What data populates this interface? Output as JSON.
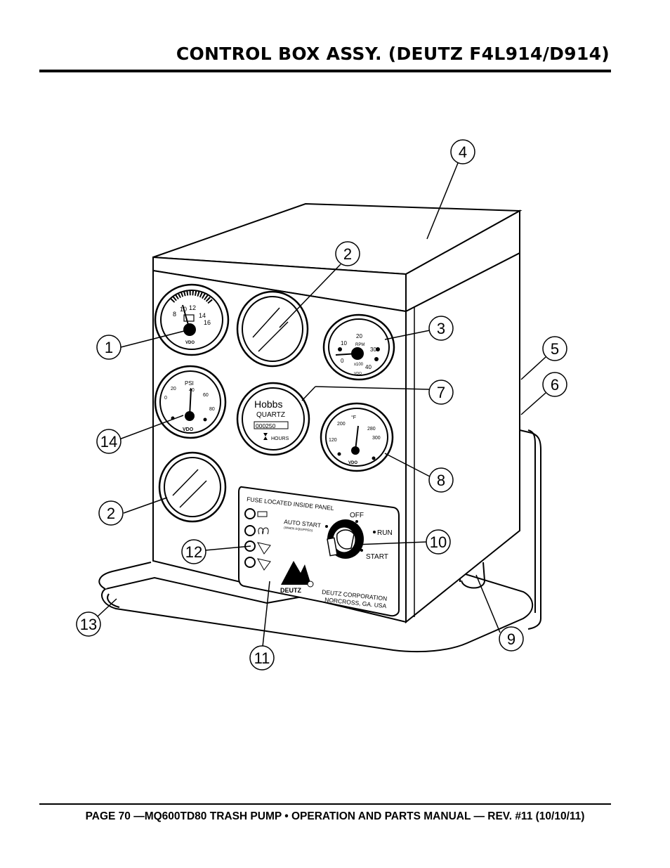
{
  "header": {
    "title": "CONTROL BOX ASSY. (DEUTZ F4L914/D914)"
  },
  "footer": {
    "text": "PAGE 70 —MQ600TD80 TRASH PUMP • OPERATION AND PARTS MANUAL — REV. #11 (10/10/11)"
  },
  "diagram": {
    "callouts": [
      "1",
      "2",
      "3",
      "4",
      "5",
      "6",
      "7",
      "2",
      "8",
      "9",
      "10",
      "11",
      "12",
      "13",
      "14"
    ],
    "voltmeter": {
      "ticks": [
        "8",
        "10",
        "12",
        "14",
        "16"
      ],
      "brand": "VDO"
    },
    "tachometer": {
      "ticks": [
        "0",
        "10",
        "20",
        "30",
        "40"
      ],
      "unit": "RPM",
      "multiplier": "x100",
      "brand": "VDO"
    },
    "oil_pressure": {
      "unit": "PSI",
      "ticks": [
        "0",
        "20",
        "40",
        "60",
        "80"
      ],
      "brand": "VDO"
    },
    "hour_meter": {
      "brand": "Hobbs",
      "model": "QUARTZ",
      "digits": "000250",
      "label": "HOURS"
    },
    "temperature": {
      "unit": "°F",
      "ticks": [
        "120",
        "200",
        "280",
        "300"
      ],
      "brand": "VDO"
    },
    "panel": {
      "fuse_note": "FUSE LOCATED INSIDE PANEL",
      "auto_start": "AUTO START",
      "auto_start_note": "(WHEN EQUIPPED)",
      "off": "OFF",
      "run": "RUN",
      "start": "START",
      "logo": "DEUTZ",
      "company": "DEUTZ CORPORATION",
      "city": "NORCROSS, GA. USA"
    }
  }
}
